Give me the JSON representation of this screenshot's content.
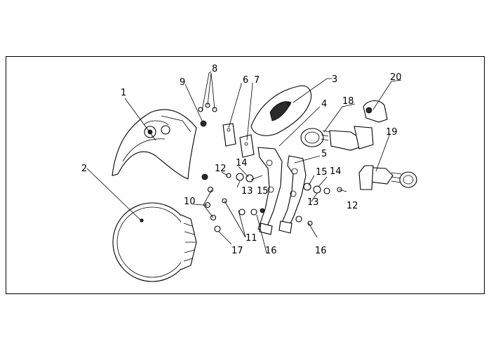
{
  "callouts": [
    {
      "id": "c1",
      "text": "1"
    },
    {
      "id": "c2",
      "text": "2"
    },
    {
      "id": "c3",
      "text": "3"
    },
    {
      "id": "c4",
      "text": "4"
    },
    {
      "id": "c5",
      "text": "5"
    },
    {
      "id": "c6",
      "text": "6"
    },
    {
      "id": "c7",
      "text": "7"
    },
    {
      "id": "c8",
      "text": "8"
    },
    {
      "id": "c9",
      "text": "9"
    },
    {
      "id": "c10",
      "text": "10"
    },
    {
      "id": "c11",
      "text": "11"
    },
    {
      "id": "c12a",
      "text": "12"
    },
    {
      "id": "c12b",
      "text": "12"
    },
    {
      "id": "c13a",
      "text": "13"
    },
    {
      "id": "c13b",
      "text": "13"
    },
    {
      "id": "c14a",
      "text": "14"
    },
    {
      "id": "c14b",
      "text": "14"
    },
    {
      "id": "c15a",
      "text": "15"
    },
    {
      "id": "c15b",
      "text": "15"
    },
    {
      "id": "c16a",
      "text": "16"
    },
    {
      "id": "c16b",
      "text": "16"
    },
    {
      "id": "c17",
      "text": "17"
    },
    {
      "id": "c18",
      "text": "18"
    },
    {
      "id": "c19",
      "text": "19"
    },
    {
      "id": "c20",
      "text": "20"
    }
  ]
}
